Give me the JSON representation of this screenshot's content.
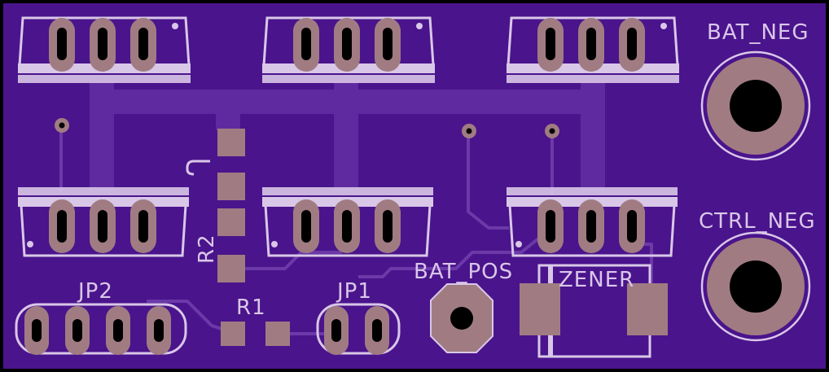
{
  "board": {
    "labels": {
      "bat_neg": "BAT_NEG",
      "ctrl_neg": "CTRL_NEG",
      "bat_pos": "BAT_POS",
      "zener": "ZENER",
      "jp1": "JP1",
      "jp2": "JP2",
      "r1": "R1",
      "r2": "R2",
      "c": "C"
    },
    "colors": {
      "board": "#4a148c",
      "board_dark": "#3b0f73",
      "trace": "#6b3aa8",
      "silkscreen": "#d9c7e8",
      "pad": "#a07c82",
      "drill": "#000000"
    }
  }
}
